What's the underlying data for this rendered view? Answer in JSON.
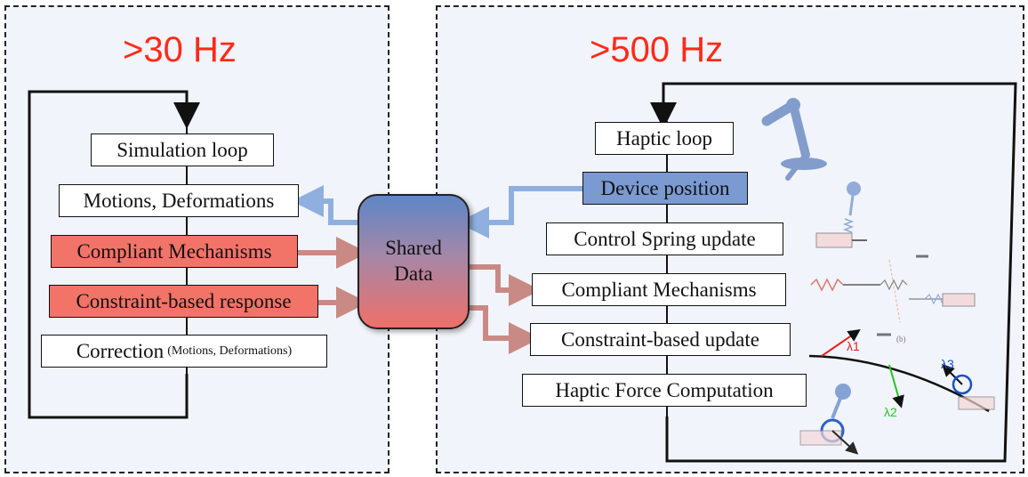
{
  "left_panel": {
    "frequency": ">30 Hz",
    "boxes": {
      "simulation_loop": "Simulation loop",
      "motions": "Motions, Deformations",
      "compliant": "Compliant Mechanisms",
      "constraint": "Constraint-based response",
      "correction_main": "Correction",
      "correction_sub": "(Motions, Deformations)"
    }
  },
  "shared_data": {
    "line1": "Shared",
    "line2": "Data"
  },
  "right_panel": {
    "frequency": ">500 Hz",
    "boxes": {
      "haptic_loop": "Haptic loop",
      "device_position": "Device position",
      "control_spring": "Control Spring update",
      "compliant": "Compliant Mechanisms",
      "constraint": "Constraint-based update",
      "force": "Haptic Force Computation"
    },
    "labels": {
      "lambda1": "λ1",
      "lambda2": "λ2",
      "lambda3": "λ3",
      "b": "(b)"
    }
  },
  "colors": {
    "frequency": "#ff2a1a",
    "red_box": "#f27367",
    "blue_box": "#7b9ad2",
    "arrow_red": "#c98a86",
    "arrow_blue": "#8fb0de"
  }
}
